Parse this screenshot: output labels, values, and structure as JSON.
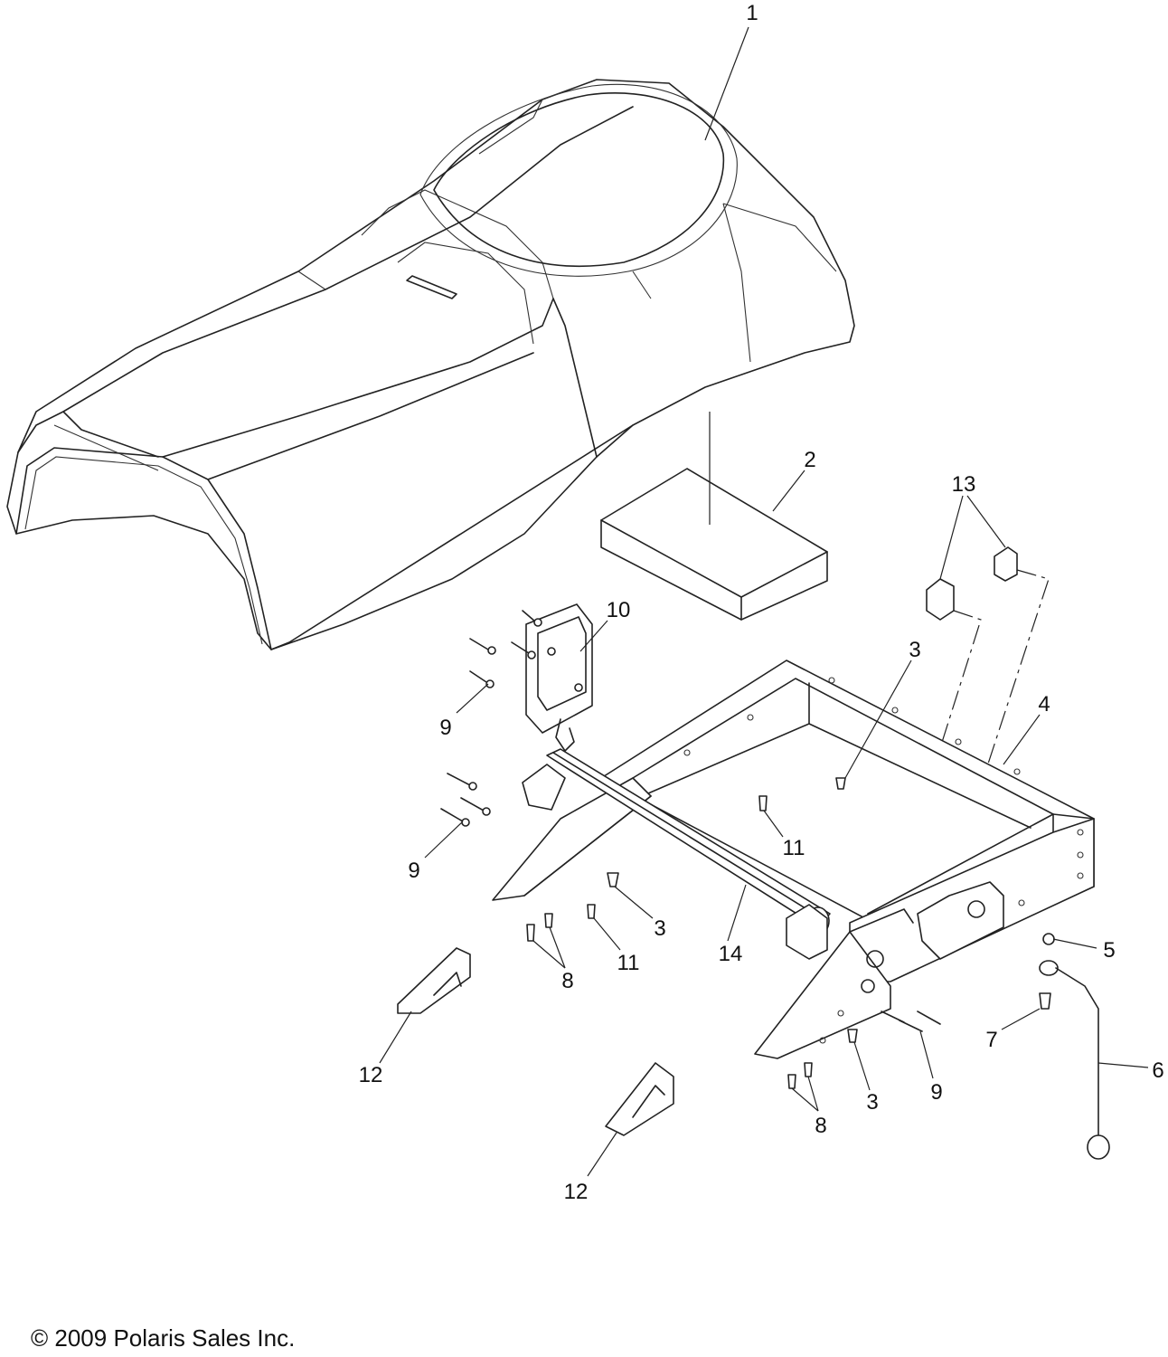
{
  "callouts": {
    "c1": "1",
    "c2": "2",
    "c3a": "3",
    "c3b": "3",
    "c3c": "3",
    "c4": "4",
    "c5": "5",
    "c6": "6",
    "c7": "7",
    "c8a": "8",
    "c8b": "8",
    "c9a": "9",
    "c9b": "9",
    "c9c": "9",
    "c10": "10",
    "c11a": "11",
    "c11b": "11",
    "c12a": "12",
    "c12b": "12",
    "c13": "13",
    "c14": "14"
  },
  "copyright": "© 2009 Polaris Sales Inc."
}
